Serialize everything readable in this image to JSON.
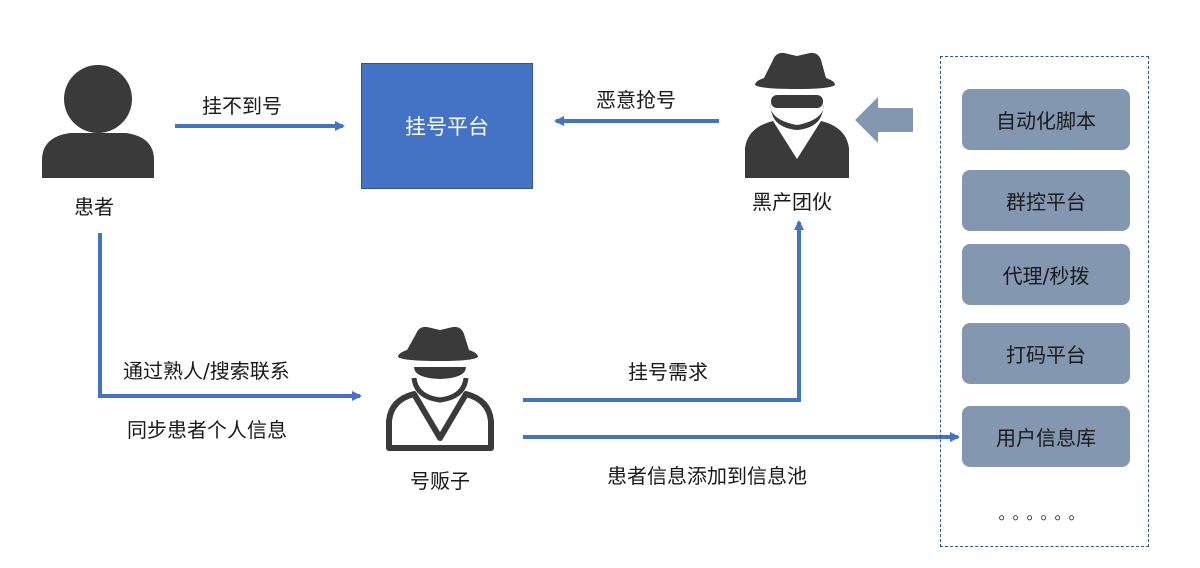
{
  "nodes": {
    "patient": "患者",
    "platform": "挂号平台",
    "gang": "黑产团伙",
    "scalper": "号贩子"
  },
  "edges": {
    "patient_to_platform": "挂不到号",
    "gang_to_platform": "恶意抢号",
    "patient_to_scalper_1": "通过熟人/搜索联系",
    "patient_to_scalper_2": "同步患者个人信息",
    "scalper_to_gang": "挂号需求",
    "scalper_to_pool": "患者信息添加到信息池"
  },
  "tools": [
    "自动化脚本",
    "群控平台",
    "代理/秒拨",
    "打码平台",
    "用户信息库"
  ],
  "tools_more": "。。。。。。",
  "colors": {
    "arrow": "#4472c4",
    "platform": "#4472c4",
    "tool": "#8497b0",
    "icon": "#3a3a3a",
    "big_arrow": "#8497b0"
  },
  "icons": {
    "patient": "person-icon",
    "gang": "spy-icon",
    "scalper": "spy-outline-icon",
    "pool_arrow": "left-arrow-icon"
  }
}
